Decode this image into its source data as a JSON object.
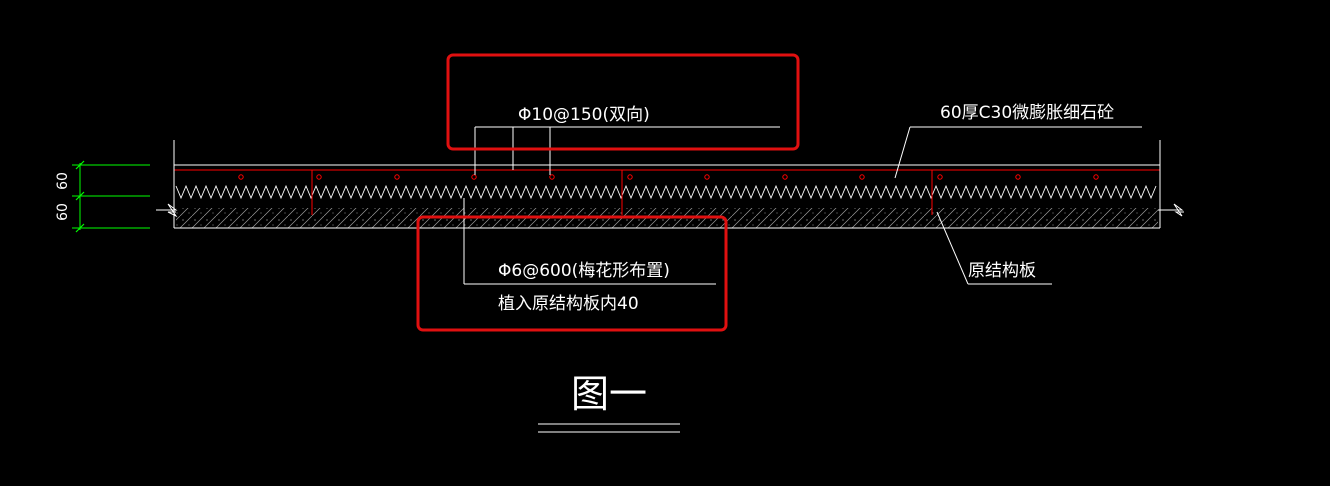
{
  "colors": {
    "background": "#000000",
    "line": "#ffffff",
    "rebar": "#ff0000",
    "highlight": "#e01010",
    "dimension": "#00ff00"
  },
  "labels": {
    "top_rebar": "Φ10@150(双向)",
    "topping": "60厚C30微膨胀细石砼",
    "dowel_line1": "Φ6@600(梅花形布置)",
    "dowel_line2": "植入原结构板内40",
    "existing_slab": "原结构板",
    "figure_title": "图一"
  },
  "dimensions": {
    "upper": "60",
    "lower": "60"
  }
}
